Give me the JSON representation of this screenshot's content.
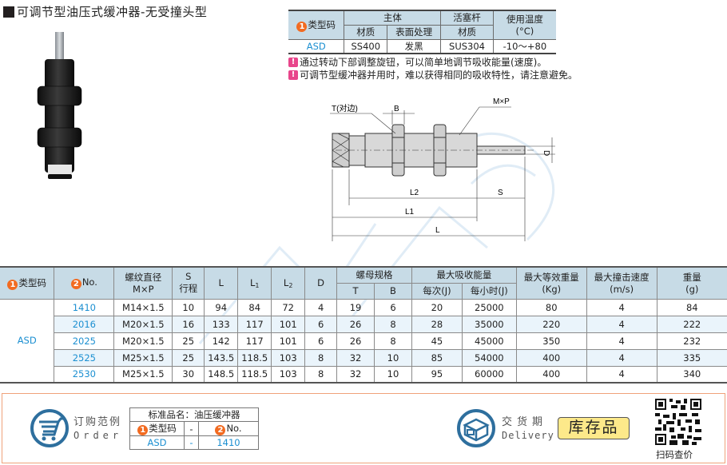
{
  "title": "可调节型油压式缓冲器-无受撞头型",
  "spec_table": {
    "headers": {
      "type_code": "类型码",
      "type_bullet": "1",
      "body": "主体",
      "piston_rod": "活塞杆",
      "temp": "使用温度",
      "temp_unit": "(°C)",
      "material": "材质",
      "surface": "表面处理",
      "rod_material": "材质"
    },
    "row": {
      "type_code": "ASD",
      "material": "SS400",
      "surface": "发黑",
      "rod_material": "SUS304",
      "temp": "-10～+80"
    }
  },
  "notes": [
    "通过转动下部调整旋钮，可以简单地调节吸收能量(速度)。",
    "可调节型缓冲器并用时，难以获得相同的吸收特性，请注意避免。"
  ],
  "drawing": {
    "labels": {
      "t": "T(对边)",
      "b": "B",
      "mxp": "M×P",
      "d": "D",
      "l2": "L2",
      "l1": "L1",
      "l": "L",
      "s": "S"
    }
  },
  "main_table": {
    "headers": {
      "type_code": "类型码",
      "no": "No.",
      "thread_1": "螺纹直径",
      "thread_2": "M×P",
      "s_1": "S",
      "s_2": "行程",
      "l": "L",
      "l1": "L",
      "l1_sub": "1",
      "l2": "L",
      "l2_sub": "2",
      "d": "D",
      "nut": "螺母规格",
      "t": "T",
      "b": "B",
      "energy": "最大吸收能量",
      "per_cycle": "每次(J)",
      "per_hour": "每小时(J)",
      "mass_1": "最大等效重量",
      "mass_2": "(Kg)",
      "speed_1": "最大撞击速度",
      "speed_2": "(m/s)",
      "weight_1": "重量",
      "weight_2": "(g)"
    },
    "type_code": "ASD",
    "rows": [
      {
        "no": "1410",
        "mxp": "M14×1.5",
        "s": "10",
        "l": "94",
        "l1": "84",
        "l2": "72",
        "d": "4",
        "t": "19",
        "b": "6",
        "per_cycle": "20",
        "per_hour": "25000",
        "mass": "80",
        "speed": "4",
        "weight": "84"
      },
      {
        "no": "2016",
        "mxp": "M20×1.5",
        "s": "16",
        "l": "133",
        "l1": "117",
        "l2": "101",
        "d": "6",
        "t": "26",
        "b": "8",
        "per_cycle": "28",
        "per_hour": "35000",
        "mass": "220",
        "speed": "4",
        "weight": "222"
      },
      {
        "no": "2025",
        "mxp": "M20×1.5",
        "s": "25",
        "l": "142",
        "l1": "117",
        "l2": "101",
        "d": "6",
        "t": "26",
        "b": "8",
        "per_cycle": "45",
        "per_hour": "45000",
        "mass": "350",
        "speed": "4",
        "weight": "232"
      },
      {
        "no": "2525",
        "mxp": "M25×1.5",
        "s": "25",
        "l": "143.5",
        "l1": "118.5",
        "l2": "103",
        "d": "8",
        "t": "32",
        "b": "10",
        "per_cycle": "85",
        "per_hour": "54000",
        "mass": "400",
        "speed": "4",
        "weight": "335"
      },
      {
        "no": "2530",
        "mxp": "M25×1.5",
        "s": "30",
        "l": "148.5",
        "l1": "118.5",
        "l2": "103",
        "d": "8",
        "t": "32",
        "b": "10",
        "per_cycle": "95",
        "per_hour": "60000",
        "mass": "400",
        "speed": "4",
        "weight": "340"
      }
    ]
  },
  "order": {
    "label_cn": "订购范例",
    "label_en": "Order",
    "std_name": "标准品名：油压缓冲器",
    "col_type": "类型码",
    "col_no": "No.",
    "dash": "-",
    "type_value": "ASD",
    "no_value": "1410"
  },
  "delivery": {
    "label_cn": "交货期",
    "label_en": "Delivery",
    "stock": "库存品"
  },
  "qr": {
    "label": "扫码查价"
  },
  "colors": {
    "header_bg": "#c7dbe6",
    "link_blue": "#1b8fd1",
    "bullet_orange": "#f26b21",
    "warn_pink": "#e8458b",
    "border_orange": "#f0a27a",
    "stock_yellow": "#fde98a",
    "icon_blue": "#2e6f9e"
  }
}
